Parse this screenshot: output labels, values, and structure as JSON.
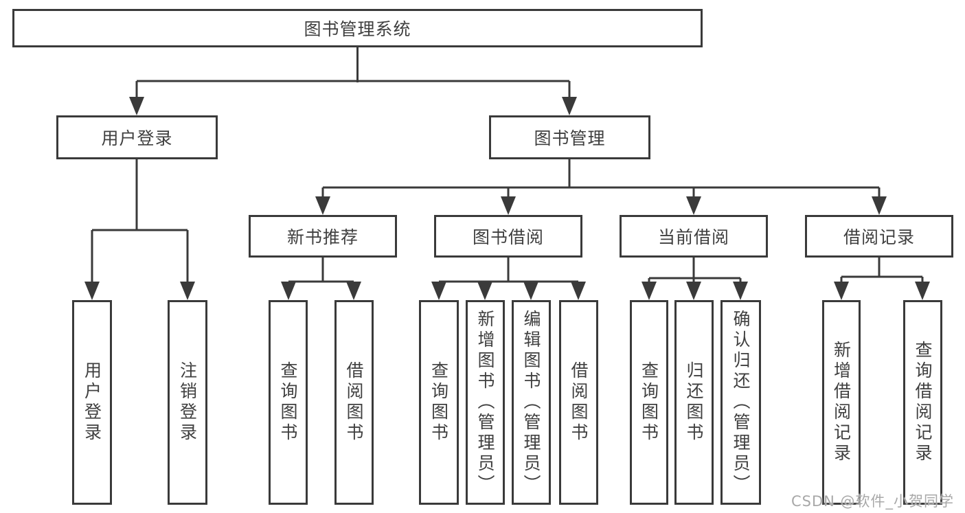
{
  "tree": {
    "root": "图书管理系统",
    "children": [
      {
        "label": "用户登录",
        "children": [
          {
            "label": "用户登录"
          },
          {
            "label": "注销登录"
          }
        ]
      },
      {
        "label": "图书管理",
        "children": [
          {
            "label": "新书推荐",
            "children": [
              {
                "label": "查询图书"
              },
              {
                "label": "借阅图书"
              }
            ]
          },
          {
            "label": "图书借阅",
            "children": [
              {
                "label": "查询图书"
              },
              {
                "label": "新增图书（管理员）"
              },
              {
                "label": "编辑图书（管理员）"
              },
              {
                "label": "借阅图书"
              }
            ]
          },
          {
            "label": "当前借阅",
            "children": [
              {
                "label": "查询图书"
              },
              {
                "label": "归还图书"
              },
              {
                "label": "确认归还（管理员）"
              }
            ]
          },
          {
            "label": "借阅记录",
            "children": [
              {
                "label": "新增借阅记录"
              },
              {
                "label": "查询借阅记录"
              }
            ]
          }
        ]
      }
    ]
  },
  "watermark": {
    "text": "CSDN @软件_小贺同学"
  },
  "colors": {
    "line": "#3a3a3a",
    "text": "#3f3f3f",
    "background": "#ffffff",
    "watermark": "#a8a8a8"
  }
}
